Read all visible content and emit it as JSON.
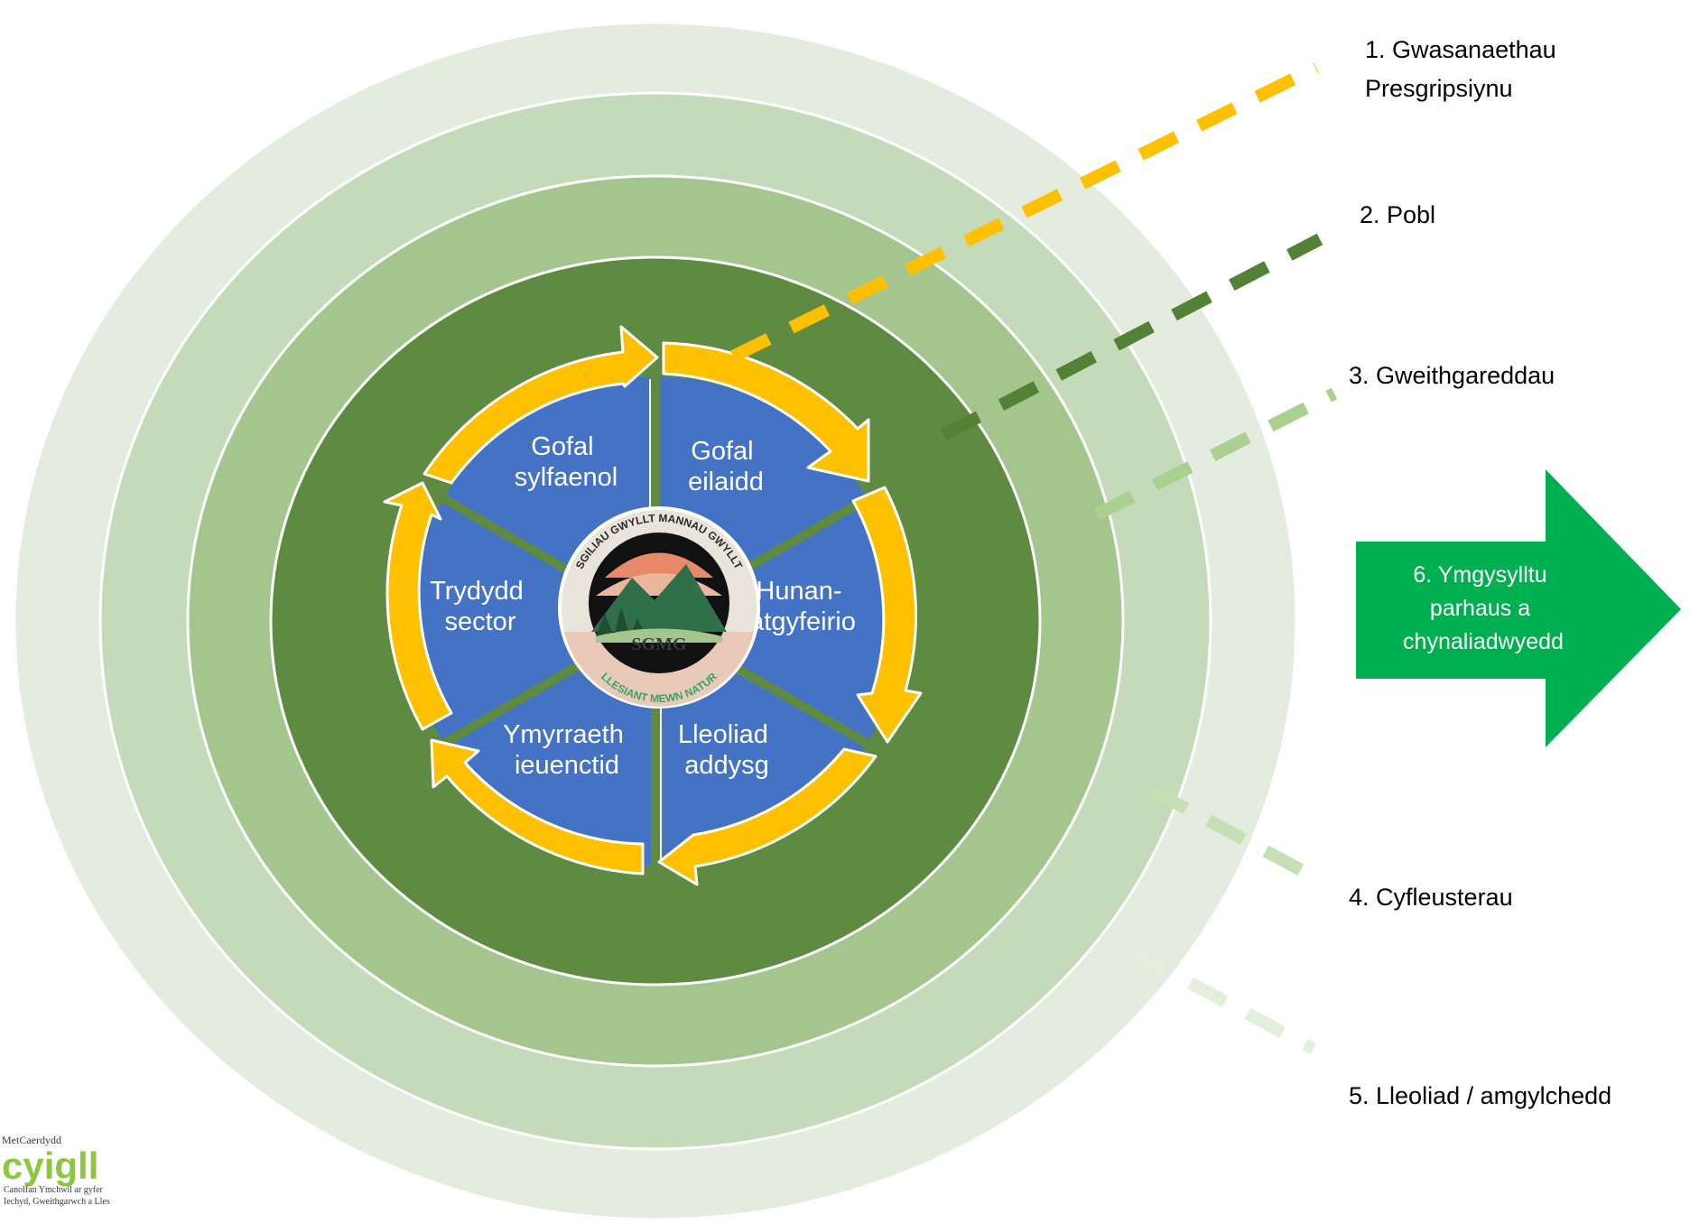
{
  "colors": {
    "ring1": "#e4ece0",
    "ring2": "#c5dab9",
    "ring3": "#a4c68e",
    "ring4": "#5e8b41",
    "segment": "#4472c4",
    "cycle_arrow": "#ffc000",
    "dash1": "#ffc000",
    "dash2": "#538135",
    "dash3": "#a9d08e",
    "dash4": "#c5e0b4",
    "dash5": "#e2efda",
    "big_arrow": "#00b050",
    "logo_green": "#8dc63f"
  },
  "labels": {
    "l1_line1": "1. Gwasanaethau",
    "l1_line2": "Presgripsiynu",
    "l2": "2. Pobl",
    "l3": "3. Gweithgareddau",
    "l4": "4. Cyfleusterau",
    "l5": "5. Lleoliad / amgylchedd"
  },
  "big_arrow": {
    "line1": "6. Ymgysylltu",
    "line2": "parhaus a",
    "line3": "chynaliadwyedd"
  },
  "segments": [
    {
      "line1": "Gofal",
      "line2": "sylfaenol"
    },
    {
      "line1": "Gofal",
      "line2": "eilaidd"
    },
    {
      "line1": "Hunan-",
      "line2": "atgyfeirio"
    },
    {
      "line1": "Lleoliad",
      "line2": "addysg"
    },
    {
      "line1": "Ymyrraeth",
      "line2": "ieuenctid"
    },
    {
      "line1": "Trydydd",
      "line2": "sector"
    }
  ],
  "center_badge": {
    "top_arc": "SGILIAU GWYLLT MANNAU GWYLLT",
    "bottom_arc": "LLESIANT MEWN NATUR",
    "acronym": "SGMG"
  },
  "corner_logo": {
    "brand_top": "MetCaerdydd",
    "brand_main": "cyigll",
    "sub1": "Canolfan Ymchwil ar gyfer",
    "sub2": "Iechyd, Gweithgarwch a Lles"
  }
}
